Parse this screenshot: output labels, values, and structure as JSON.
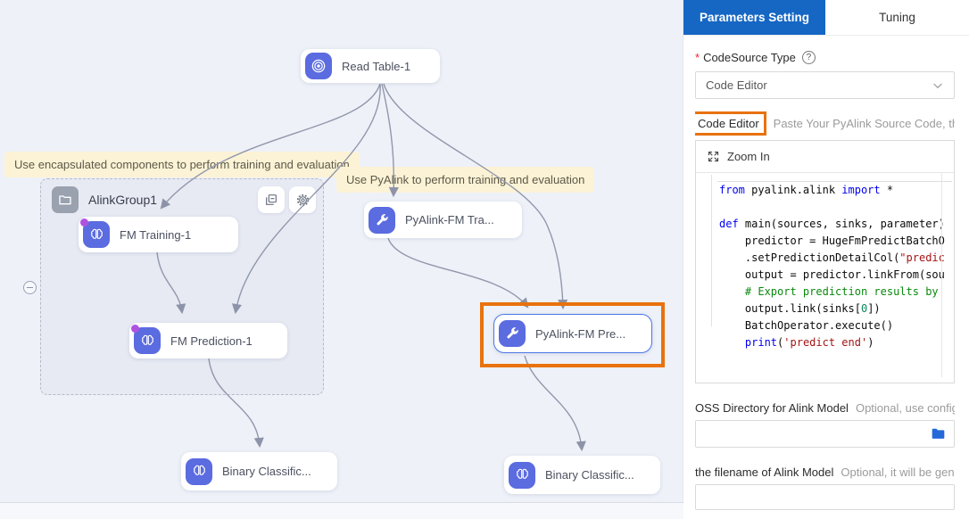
{
  "canvas": {
    "annotations": [
      "Use encapsulated components to perform training and evaluation",
      "Use PyAlink to perform training and evaluation"
    ],
    "group": {
      "title": "AlinkGroup1"
    },
    "nodes": {
      "read_table": {
        "label": "Read Table-1",
        "icon": "table-source-icon"
      },
      "fm_training": {
        "label": "FM Training-1",
        "icon": "brain-icon"
      },
      "fm_prediction": {
        "label": "FM Prediction-1",
        "icon": "brain-icon"
      },
      "pyalink_train": {
        "label": "PyAlink-FM Tra...",
        "icon": "wrench-icon"
      },
      "pyalink_pred": {
        "label": "PyAlink-FM Pre...",
        "icon": "wrench-icon"
      },
      "binary_left": {
        "label": "Binary Classific...",
        "icon": "brain-icon"
      },
      "binary_right": {
        "label": "Binary Classific...",
        "icon": "brain-icon"
      }
    }
  },
  "panel": {
    "tabs": [
      {
        "label": "Parameters Setting",
        "active": true
      },
      {
        "label": "Tuning",
        "active": false
      }
    ],
    "codesource": {
      "required_mark": "*",
      "label": "CodeSource Type",
      "help": "?",
      "value": "Code Editor"
    },
    "code_editor": {
      "label": "Code Editor",
      "hint": "Paste Your PyAlink Source Code, the cod...",
      "zoom_in": "Zoom In"
    },
    "code_lines": [
      [
        [
          "kw",
          "from"
        ],
        [
          "pl",
          " pyalink.alink "
        ],
        [
          "kw",
          "import"
        ],
        [
          "pl",
          " *"
        ]
      ],
      [],
      [
        [
          "kw",
          "def"
        ],
        [
          "pl",
          " main(sources, sinks, parameter)"
        ]
      ],
      [
        [
          "pl",
          "    predictor = HugeFmPredictBatchO"
        ]
      ],
      [
        [
          "pl",
          "    .setPredictionDetailCol("
        ],
        [
          "str",
          "\"predic"
        ]
      ],
      [
        [
          "pl",
          "    output = predictor.linkFrom(sou"
        ]
      ],
      [
        [
          "cm",
          "    # Export prediction results by "
        ]
      ],
      [
        [
          "pl",
          "    output.link(sinks["
        ],
        [
          "num",
          "0"
        ],
        [
          "pl",
          "])"
        ]
      ],
      [
        [
          "pl",
          "    BatchOperator.execute()"
        ]
      ],
      [
        [
          "pl",
          "    "
        ],
        [
          "kw",
          "print"
        ],
        [
          "pl",
          "("
        ],
        [
          "str",
          "'predict end'"
        ],
        [
          "pl",
          ")"
        ]
      ]
    ],
    "oss_dir": {
      "label": "OSS Directory for Alink Model",
      "hint": "Optional, use configur...",
      "value": ""
    },
    "filename": {
      "label": "the filename of Alink Model",
      "hint": "Optional, it will be gener...",
      "value": ""
    }
  },
  "colors": {
    "tab_active_blue": "#1667c4",
    "node_icon_blue": "#5b6be0",
    "selected_node_blue": "#4a77e6",
    "highlight_orange": "#e8720e",
    "annotation_yellow": "#fcf3d6",
    "canvas_background": "#eef1f8",
    "edge_gray": "#9298ac"
  }
}
